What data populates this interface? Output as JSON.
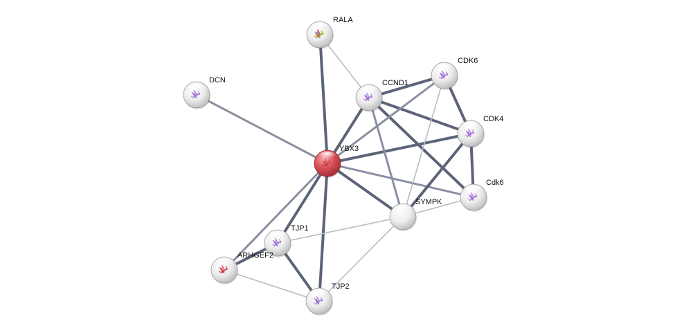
{
  "network": {
    "nodes": [
      {
        "id": "YBX3",
        "label": "YBX3",
        "query": true,
        "structure": "ribbon-red"
      },
      {
        "id": "RALA",
        "label": "RALA",
        "structure": "ribbon-multicolor"
      },
      {
        "id": "DCN",
        "label": "DCN",
        "structure": "ribbon-purple"
      },
      {
        "id": "CCND1",
        "label": "CCND1",
        "structure": "ribbon-purple"
      },
      {
        "id": "CDK6",
        "label": "CDK6",
        "structure": "ribbon-purple"
      },
      {
        "id": "CDK4",
        "label": "CDK4",
        "structure": "ribbon-purple"
      },
      {
        "id": "Cdk6",
        "label": "Cdk6",
        "structure": "ribbon-purple"
      },
      {
        "id": "SYMPK",
        "label": "SYMPK",
        "structure": "none"
      },
      {
        "id": "TJP1",
        "label": "TJP1",
        "structure": "ribbon-purple"
      },
      {
        "id": "ARHGEF2",
        "label": "ARHGEF2",
        "structure": "ribbon-red"
      },
      {
        "id": "TJP2",
        "label": "TJP2",
        "structure": "ribbon-purple"
      }
    ],
    "edges": [
      {
        "source": "YBX3",
        "target": "RALA",
        "weight": "strong"
      },
      {
        "source": "YBX3",
        "target": "DCN",
        "weight": "medium"
      },
      {
        "source": "YBX3",
        "target": "CCND1",
        "weight": "strong"
      },
      {
        "source": "YBX3",
        "target": "CDK4",
        "weight": "strong"
      },
      {
        "source": "YBX3",
        "target": "Cdk6",
        "weight": "medium"
      },
      {
        "source": "YBX3",
        "target": "SYMPK",
        "weight": "strong"
      },
      {
        "source": "YBX3",
        "target": "TJP1",
        "weight": "strong"
      },
      {
        "source": "YBX3",
        "target": "TJP2",
        "weight": "strong"
      },
      {
        "source": "YBX3",
        "target": "ARHGEF2",
        "weight": "medium"
      },
      {
        "source": "RALA",
        "target": "CCND1",
        "weight": "light"
      },
      {
        "source": "CCND1",
        "target": "CDK6",
        "weight": "strong"
      },
      {
        "source": "CCND1",
        "target": "CDK4",
        "weight": "strong"
      },
      {
        "source": "CCND1",
        "target": "Cdk6",
        "weight": "strong"
      },
      {
        "source": "CCND1",
        "target": "SYMPK",
        "weight": "medium"
      },
      {
        "source": "CDK6",
        "target": "CDK4",
        "weight": "strong"
      },
      {
        "source": "CDK6",
        "target": "SYMPK",
        "weight": "light"
      },
      {
        "source": "CDK6",
        "target": "YBX3",
        "weight": "medium"
      },
      {
        "source": "CDK4",
        "target": "Cdk6",
        "weight": "strong"
      },
      {
        "source": "CDK4",
        "target": "SYMPK",
        "weight": "strong"
      },
      {
        "source": "Cdk6",
        "target": "SYMPK",
        "weight": "light"
      },
      {
        "source": "SYMPK",
        "target": "TJP1",
        "weight": "light"
      },
      {
        "source": "SYMPK",
        "target": "TJP2",
        "weight": "light"
      },
      {
        "source": "TJP1",
        "target": "TJP2",
        "weight": "strong"
      },
      {
        "source": "TJP1",
        "target": "ARHGEF2",
        "weight": "strong"
      },
      {
        "source": "ARHGEF2",
        "target": "TJP2",
        "weight": "light"
      }
    ]
  },
  "colors": {
    "node_default": "#e8e8e8",
    "node_query": "#d8404a",
    "edge_strong": "#5c6478",
    "edge_medium": "#8a8fa2",
    "edge_light": "#b7bac8",
    "label_text": "#111111",
    "background": "#ffffff"
  }
}
